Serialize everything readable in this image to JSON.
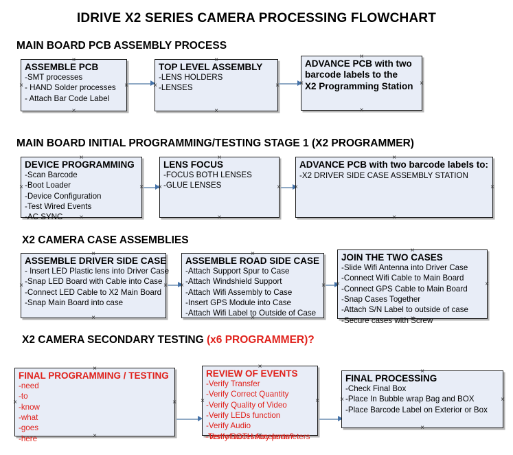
{
  "document": {
    "title": "IDRIVE X2  SERIES CAMERA PROCESSING FLOWCHART",
    "colors": {
      "box_fill": "#e8edf7",
      "box_border": "#1b1b1b",
      "connector": "#8fa9c4",
      "arrow_head": "#4472a8",
      "accent_red": "#e0211b",
      "text": "#000000",
      "background": "#ffffff"
    }
  },
  "sections": [
    {
      "id": "main-board-pcb-assembly-process",
      "heading": "MAIN BOARD PCB ASSEMBLY PROCESS",
      "heading_accent": "",
      "nodes": [
        {
          "id": "assemble-pcb",
          "title": "ASSEMBLE PCB",
          "lines": [
            "-SMT processes",
            "- HAND Solder processes",
            "- Attach Bar Code Label"
          ]
        },
        {
          "id": "top-level-assembly",
          "title": "TOP LEVEL ASSEMBLY",
          "lines": [
            "-LENS HOLDERS",
            "-LENSES"
          ]
        },
        {
          "id": "advance-pcb-to-x2-programming-station",
          "title": "ADVANCE PCB with two\nbarcode labels to the\n X2 Programming Station",
          "lines": []
        }
      ]
    },
    {
      "id": "main-board-initial-programming-testing-stage-1",
      "heading": "MAIN BOARD INITIAL PROGRAMMING/TESTING STAGE 1 (X2 PROGRAMMER)",
      "heading_accent": "",
      "nodes": [
        {
          "id": "device-programming",
          "title": "DEVICE PROGRAMMING",
          "lines": [
            "-Scan Barcode",
            "-Boot Loader",
            "-Device Configuration",
            "-Test Wired Events",
            "-AC SYNC"
          ]
        },
        {
          "id": "lens-focus",
          "title": "LENS FOCUS",
          "lines": [
            "-FOCUS BOTH LENSES",
            "-GLUE LENSES"
          ]
        },
        {
          "id": "advance-pcb-to-driver-side-case-assembly",
          "title": "ADVANCE PCB with two barcode labels to:",
          "lines": [
            "-X2 DRIVER  SIDE  CASE  ASSEMBLY STATION"
          ]
        }
      ]
    },
    {
      "id": "x2-camera-case-assemblies",
      "heading": "X2 CAMERA CASE ASSEMBLIES",
      "heading_accent": "",
      "nodes": [
        {
          "id": "assemble-driver-side-case",
          "title": "ASSEMBLE DRIVER SIDE CASE",
          "lines": [
            "- Insert LED Plastic lens into Driver Case",
            "-Snap LED Board with Cable into Case",
            "-Connect LED Cable to X2 Main Board",
            "-Snap Main Board into case"
          ]
        },
        {
          "id": "assemble-road-side-case",
          "title": "ASSEMBLE ROAD SIDE CASE",
          "lines": [
            "-Attach Support Spur to Case",
            "-Attach Windshield Support",
            "-Attach Wifi Assembly to Case",
            "-Insert GPS Module into Case",
            "-Attach Wifi Label to Outside of Case"
          ]
        },
        {
          "id": "join-the-two-cases",
          "title": "JOIN THE TWO CASES",
          "lines": [
            "-Slide Wifi Antenna into Driver Case",
            "-Connect Wifi Cable to Main Board",
            "-Connect GPS Cable to Main Board",
            "-Snap Cases Together",
            "-Attach S/N Label to outside of case",
            "-Secure cases with Screw"
          ]
        }
      ]
    },
    {
      "id": "x2-camera-secondary-testing",
      "heading": "X2 CAMERA SECONDARY TESTING ",
      "heading_accent": "(x6 PROGRAMMER)?",
      "nodes": [
        {
          "id": "final-programming-testing",
          "title": "FINAL PROGRAMMING / TESTING",
          "lines": [
            "-need",
            "-to",
            "-know",
            "-what",
            "-goes",
            "-here"
          ]
        },
        {
          "id": "review-of-events",
          "title": "REVIEW OF EVENTS",
          "lines": [
            "-Verify Transfer",
            "-Verify Correct Quantity",
            "-Verify Quality of Video",
            "-Verify LEDs function",
            "-Verify Audio",
            "-Verify BOTH Accelerometers"
          ],
          "overflow_line": "-Test of accessory ports?"
        },
        {
          "id": "final-processing",
          "title": "FINAL PROCESSING",
          "lines": [
            " -Check Final Box",
            "-Place In Bubble wrap Bag and BOX",
            "-Place Barcode Label on Exterior or Box"
          ]
        }
      ]
    }
  ]
}
